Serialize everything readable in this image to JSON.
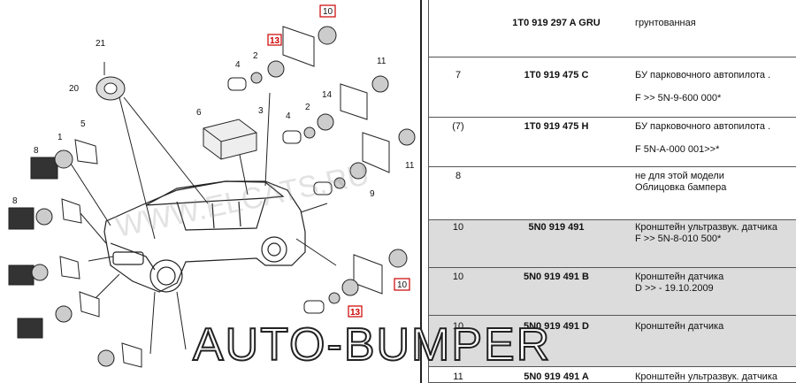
{
  "diagram": {
    "callouts": {
      "c21": "21",
      "c20": "20",
      "c5": "5",
      "c1": "1",
      "c8a": "8",
      "c8b": "8",
      "c4a": "4",
      "c2a": "2",
      "c13a": "13",
      "c10a": "10",
      "c11a": "11",
      "c6": "6",
      "c3": "3",
      "c4b": "4",
      "c2b": "2",
      "c14": "14",
      "c11b": "11",
      "c9": "9",
      "c13b": "13",
      "c10b": "10"
    },
    "site_watermark": "WWW.ELCATS.RU"
  },
  "rows": [
    {
      "qty": "",
      "number": "1T0 919 297 A GRU",
      "desc": "грунтованная",
      "shaded": false
    },
    {
      "qty": "7",
      "number": "1T0 919 475 C",
      "desc": "БУ парковочного автопилота .\n\nF >> 5N-9-600 000*",
      "shaded": false
    },
    {
      "qty": "(7)",
      "number": "1T0 919 475 H",
      "desc": "БУ парковочного автопилота .\n\nF 5N-A-000 001>>*",
      "shaded": false
    },
    {
      "qty": "8",
      "number": "",
      "desc": "не для этой модели\nОблицовка бампера",
      "shaded": false
    },
    {
      "qty": "10",
      "number": "5N0 919 491",
      "desc": "Кронштейн ультразвук. датчика\nF >> 5N-8-010 500*",
      "shaded": true
    },
    {
      "qty": "10",
      "number": "5N0 919 491 B",
      "desc": "Кронштейн датчика\nD >> - 19.10.2009",
      "shaded": true
    },
    {
      "qty": "10",
      "number": "5N0 919 491 D",
      "desc": "Кронштейн датчика",
      "shaded": true
    },
    {
      "qty": "11",
      "number": "5N0 919 491 A",
      "desc": "Кронштейн ультразвук. датчика",
      "shaded": false
    }
  ],
  "watermark": "AUTO-BUMPER",
  "colors": {
    "shade": "#dcdcdc",
    "callout_red": "#cc0000"
  }
}
